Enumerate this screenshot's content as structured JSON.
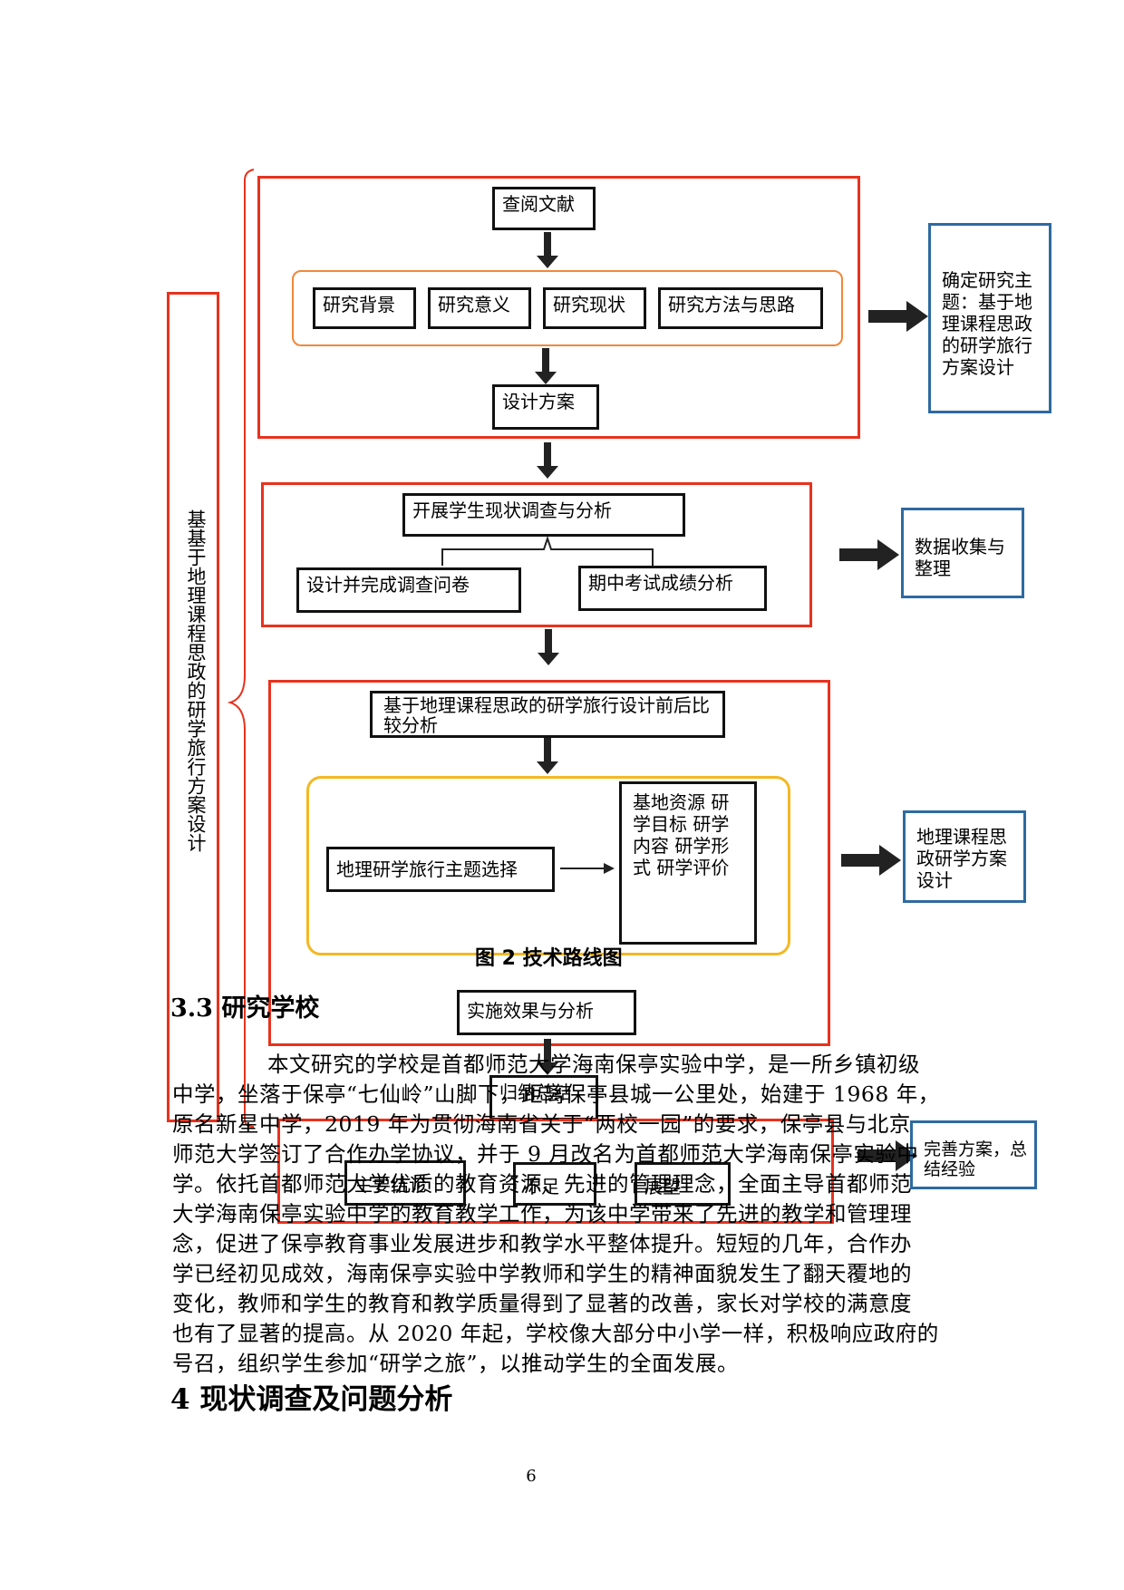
{
  "flowchart": {
    "left_label": "基基于地理课程思政的研学旅行方案设计",
    "stage1": {
      "top": "查阅文献",
      "items": [
        "研究背景",
        "研究意义",
        "研究现状",
        "研究方法与思路"
      ],
      "bottom": "设计方案",
      "side": "确定研究主题：基于地理课程思政的研学旅行方案设计"
    },
    "stage2": {
      "top": "开展学生现状调查与分析",
      "left": "设计并完成调查问卷",
      "right": "期中考试成绩分析",
      "side": "数据收集与整理"
    },
    "stage3": {
      "top": "基于地理课程思政的研学旅行设计前后比较分析",
      "topic": "地理研学旅行主题选择",
      "elements": "基地资源 研学目标 研学内容 研学形式 研学评价",
      "side": "地理课程思政研学方案设计"
    },
    "stage4": {
      "effect": "实施效果与分析",
      "summary": "归纳总结",
      "items": [
        "主要结论",
        "不足",
        "展望"
      ],
      "side": "完善方案，总结经验"
    }
  },
  "figure_caption": "图 2 技术路线图",
  "section_3_3": {
    "heading": "3.3 研究学校",
    "lines": [
      "本文研究的学校是首都师范大学海南保亭实验中学，是一所乡镇初级",
      "中学，坐落于保亭“七仙岭”山脚下，距离保亭县城一公里处，始建于 1968 年，",
      "原名新星中学，2019 年为贯彻海南省关于“两校一园”的要求，保亭县与北京",
      "师范大学签订了合作办学协议，并于 9 月改名为首都师范大学海南保亭实验中",
      "学。依托首都师范大学优质的教育资源、先进的管理理念，全面主导首都师范",
      "大学海南保亭实验中学的教育教学工作，为该中学带来了先进的教学和管理理",
      "念，促进了保亭教育事业发展进步和教学水平整体提升。短短的几年，合作办",
      "学已经初见成效，海南保亭实验中学教师和学生的精神面貌发生了翻天覆地的",
      "变化，教师和学生的教育和教学质量得到了显著的改善，家长对学校的满意度",
      "也有了显著的提高。从 2020 年起，学校像大部分中小学一样，积极响应政府的",
      "号召，组织学生参加“研学之旅”，以推动学生的全面发展。"
    ]
  },
  "section_4": {
    "heading": "4 现状调查及问题分析"
  },
  "page_number": "6"
}
